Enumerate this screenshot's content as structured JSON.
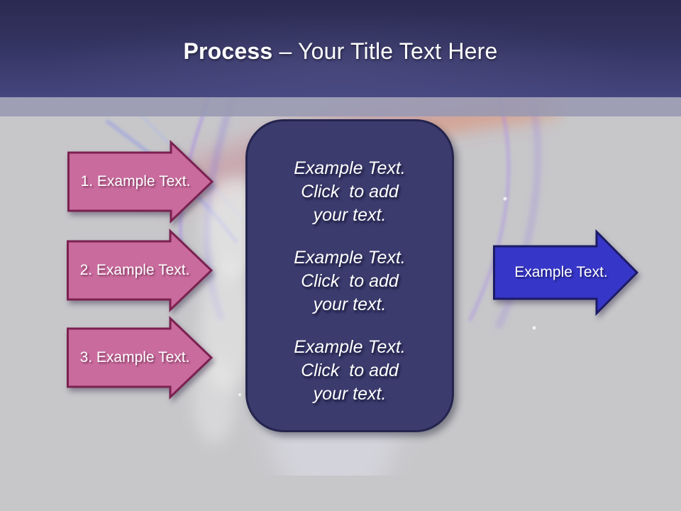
{
  "title": {
    "emphasis": "Process",
    "rest": " – Your Title Text Here"
  },
  "left_arrows": [
    {
      "label": "1. Example Text."
    },
    {
      "label": "2. Example Text."
    },
    {
      "label": "3. Example Text."
    }
  ],
  "center_box": {
    "items": [
      {
        "text": "Example Text.\nClick  to add\nyour text."
      },
      {
        "text": "Example Text.\nClick  to add\nyour text."
      },
      {
        "text": "Example Text.\nClick  to add\nyour text."
      }
    ]
  },
  "right_arrow": {
    "label": "Example Text."
  },
  "colors": {
    "header_top": "#2a2a52",
    "header_bottom": "#45457f",
    "accent_band": "#9898b2",
    "slide_background": "#c7c7ca",
    "pink_arrow_fill": "#c96b9d",
    "pink_arrow_border": "#7b2150",
    "blue_arrow_fill": "#3636c8",
    "blue_arrow_border": "#1b1b66",
    "center_box_fill": "#3b3b6e",
    "center_box_border": "#24244e",
    "text": "#ffffff"
  }
}
